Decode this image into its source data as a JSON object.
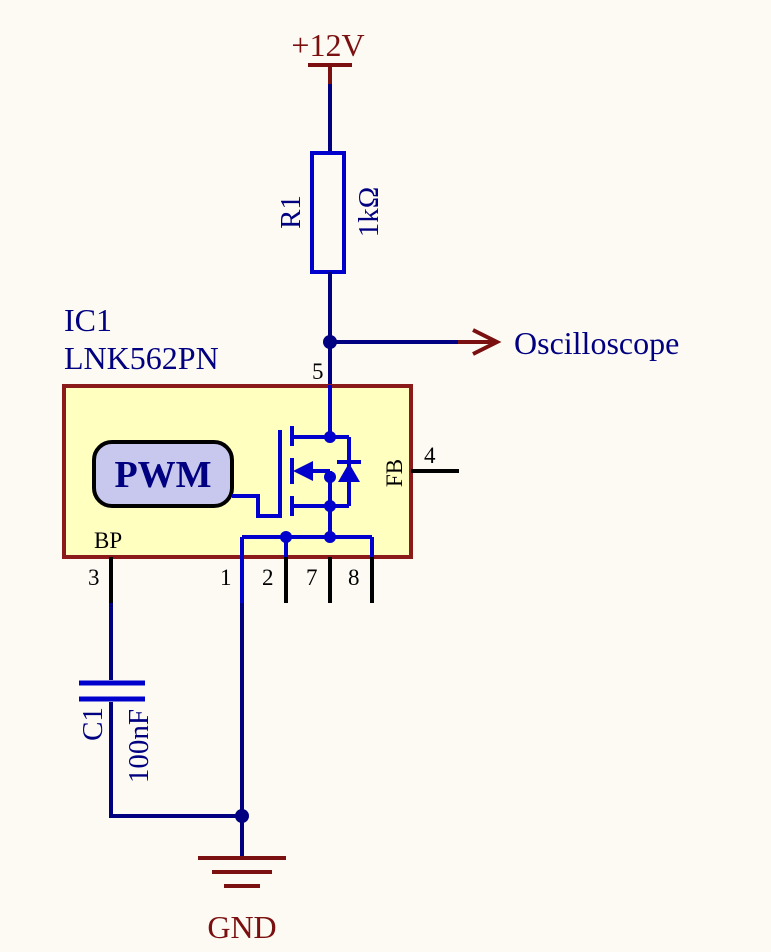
{
  "colors": {
    "background": "#fdfaf3",
    "wire": "#000080",
    "component": "#0000cc",
    "power": "#7a1010",
    "ic_fill": "#ffffc0",
    "ic_border": "#8b1a1a",
    "pwm_fill": "#c8c8ee",
    "junction": "#000080",
    "pin_text": "#000000"
  },
  "power": {
    "supply_label": "+12V",
    "ground_label": "GND"
  },
  "r1": {
    "designator": "R1",
    "value": "1kΩ"
  },
  "c1": {
    "designator": "C1",
    "value": "100nF"
  },
  "ic1": {
    "designator": "IC1",
    "part": "LNK562PN",
    "pwm_label": "PWM",
    "bp_label": "BP",
    "fb_label": "FB",
    "pins": {
      "drain": "5",
      "fb": "4",
      "bp": "3",
      "s1": "1",
      "s2": "2",
      "s7": "7",
      "s8": "8"
    }
  },
  "probe": {
    "label": "Oscilloscope"
  }
}
